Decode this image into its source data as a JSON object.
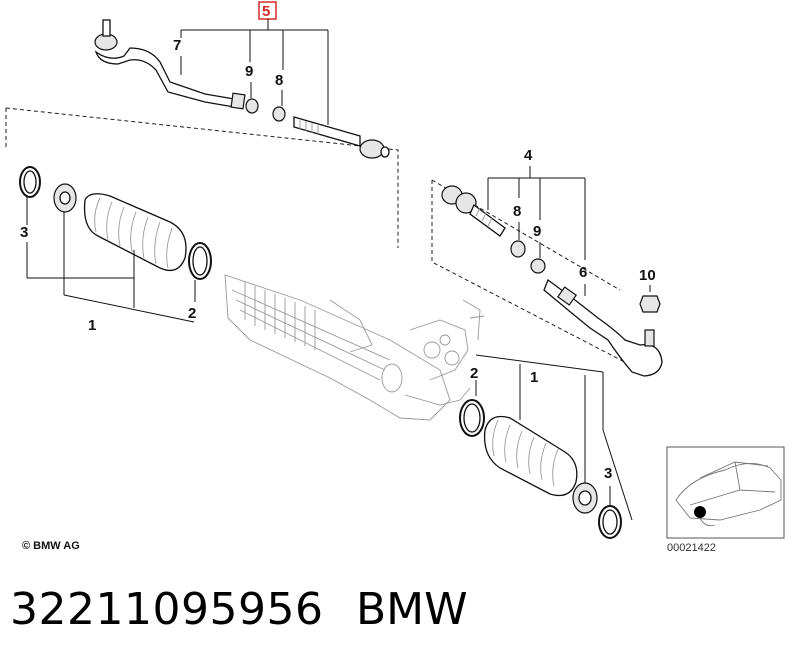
{
  "callouts": {
    "c5_top": "5",
    "c7": "7",
    "c9_top": "9",
    "c8_top": "8",
    "c3_left": "3",
    "c1_left": "1",
    "c2_left": "2",
    "c4": "4",
    "c8_right": "8",
    "c9_right": "9",
    "c6": "6",
    "c10": "10",
    "c2_mid": "2",
    "c1_right": "1",
    "c3_right": "3"
  },
  "copyright": "© BMW AG",
  "diagram_id": "00021422",
  "part_number": "32211095956",
  "brand": "BMW",
  "colors": {
    "highlight_box": "#d42a2a",
    "locator_dot": "#000000"
  }
}
